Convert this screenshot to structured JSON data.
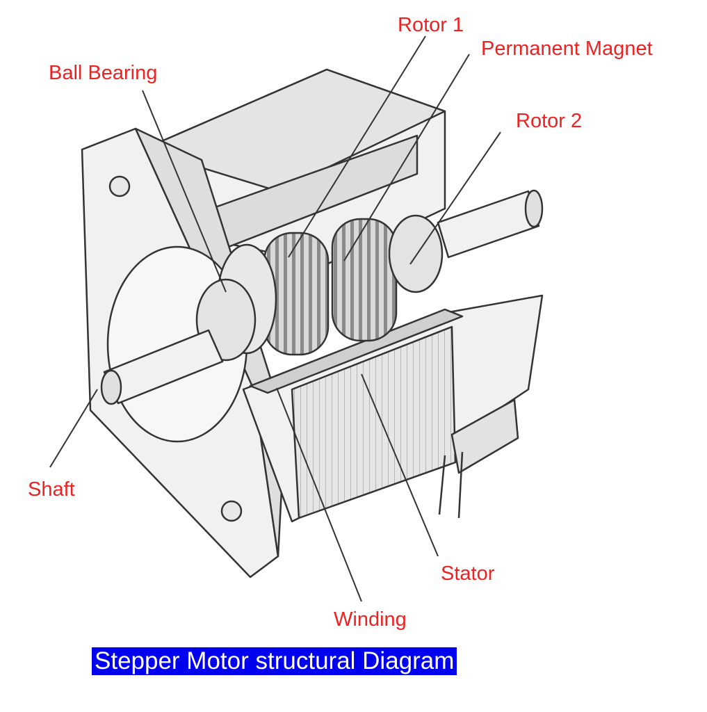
{
  "colors": {
    "label_text": "#ee2222",
    "caption_background": "#0000ee",
    "caption_text": "#ffffff",
    "line_art": "#333333",
    "fill_light": "#f1f1f1",
    "fill_mid": "#d9d9d9",
    "fill_dark": "#bdbdbd"
  },
  "labels": {
    "rotor1": "Rotor 1",
    "permanent_magnet": "Permanent Magnet",
    "ball_bearing": "Ball Bearing",
    "rotor2": "Rotor 2",
    "shaft": "Shaft",
    "stator": "Stator",
    "winding": "Winding"
  },
  "caption": "Stepper Motor structural Diagram"
}
